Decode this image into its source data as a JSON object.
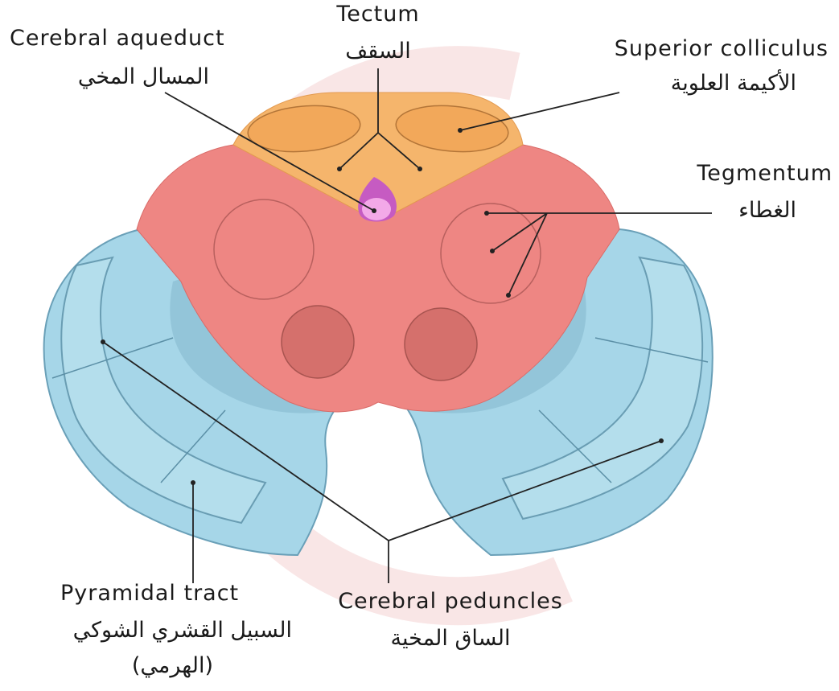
{
  "labels": {
    "tectum": {
      "en": "Tectum",
      "ar": "السقف"
    },
    "cerebral_aqueduct": {
      "en": "Cerebral aqueduct",
      "ar": "المسال المخي"
    },
    "superior_colliculus": {
      "en": "Superior colliculus",
      "ar": "الأكيمة العلوية"
    },
    "tegmentum": {
      "en": "Tegmentum",
      "ar": "الغطاء"
    },
    "pyramidal_tract": {
      "en": "Pyramidal tract",
      "ar": "السبيل القشري الشوكي",
      "ar2": "(الهرمي)"
    },
    "cerebral_peduncles": {
      "en": "Cerebral peduncles",
      "ar": "الساق المخية"
    }
  },
  "colors": {
    "tectum": "#f5b46a",
    "tegmentum": "#ee8480",
    "peduncle": "#a8d8ea",
    "aqueduct": "#c75bc0",
    "aqueduct_inner": "#f0a8e6",
    "watermark": "#f6dcdc",
    "leader_line": "#222222"
  }
}
